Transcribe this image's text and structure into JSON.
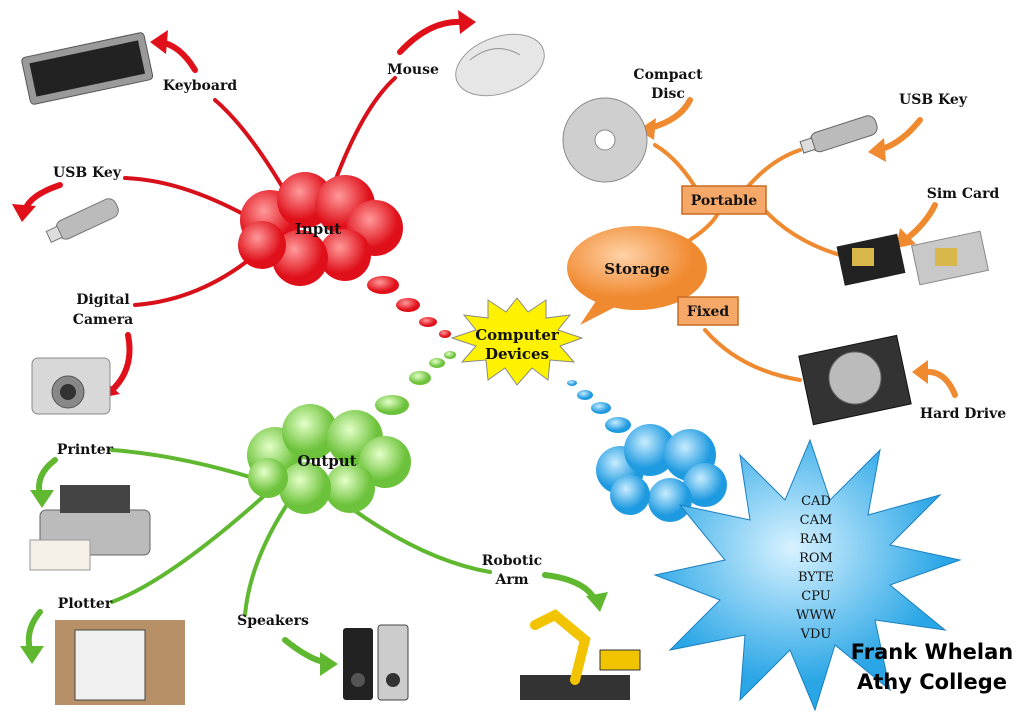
{
  "center": {
    "line1": "Computer",
    "line2": "Devices"
  },
  "input": {
    "title": "Input",
    "items": {
      "keyboard": "Keyboard",
      "mouse": "Mouse",
      "usb_key": "USB Key",
      "camera_line1": "Digital",
      "camera_line2": "Camera"
    }
  },
  "storage": {
    "title": "Storage",
    "portable": "Portable",
    "fixed": "Fixed",
    "items": {
      "cd_line1": "Compact",
      "cd_line2": "Disc",
      "usb_key": "USB Key",
      "sim_card": "Sim Card",
      "hard_drive": "Hard Drive"
    }
  },
  "output": {
    "title": "Output",
    "items": {
      "printer": "Printer",
      "plotter": "Plotter",
      "speakers": "Speakers",
      "arm_line1": "Robotic",
      "arm_line2": "Arm"
    }
  },
  "terms": [
    "CAD",
    "CAM",
    "RAM",
    "ROM",
    "BYTE",
    "CPU",
    "WWW",
    "VDU"
  ],
  "author": {
    "name": "Frank Whelan",
    "school": "Athy College"
  },
  "colors": {
    "input": "#e8141c",
    "storage": "#f39a4a",
    "output": "#7fce4a",
    "other": "#28a8e8",
    "center": "#fff200"
  }
}
